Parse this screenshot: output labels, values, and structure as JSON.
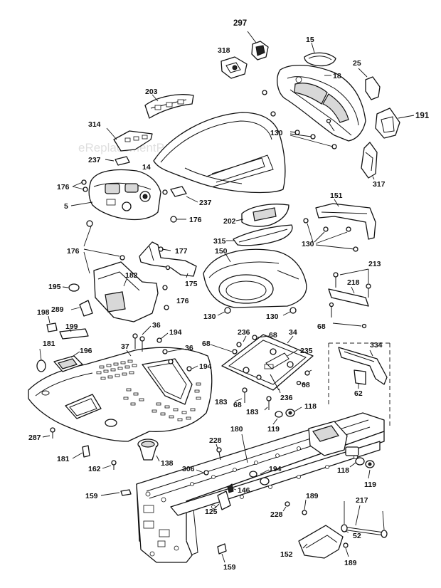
{
  "watermark": "eReplacementParts.com",
  "part_numbers": {
    "p297": "297",
    "p318": "318",
    "p15": "15",
    "p25": "25",
    "p18": "18",
    "p191": "191",
    "p203": "203",
    "p130a": "130",
    "p314": "314",
    "p237a": "237",
    "p14": "14",
    "p317": "317",
    "p176a": "176",
    "p5": "5",
    "p237b": "237",
    "p176b": "176",
    "p151": "151",
    "p202": "202",
    "p315": "315",
    "p130b": "130",
    "p176c": "176",
    "p177": "177",
    "p150": "150",
    "p213": "213",
    "p195": "195",
    "p182": "182",
    "p175": "175",
    "p218": "218",
    "p176d": "176",
    "p289": "289",
    "p130c": "130",
    "p130d": "130",
    "p198": "198",
    "p68a": "68",
    "p36a": "36",
    "p236a": "236",
    "p68b": "68",
    "p199": "199",
    "p194a": "194",
    "p34": "34",
    "p181a": "181",
    "p37": "37",
    "p36b": "36",
    "p68c": "68",
    "p235": "235",
    "p334": "334",
    "p196": "196",
    "p194b": "194",
    "p68d": "68",
    "p236b": "236",
    "p62": "62",
    "p183a": "183",
    "p68e": "68",
    "p118a": "118",
    "p183b": "183",
    "p119a": "119",
    "p287": "287",
    "p180": "180",
    "p228a": "228",
    "p181b": "181",
    "p162": "162",
    "p138": "138",
    "p306": "306",
    "p194c": "194",
    "p118b": "118",
    "p119b": "119",
    "p159a": "159",
    "p146": "146",
    "p189a": "189",
    "p217": "217",
    "p125": "125",
    "p228b": "228",
    "p52": "52",
    "p152": "152",
    "p189b": "189",
    "p159b": "159"
  }
}
